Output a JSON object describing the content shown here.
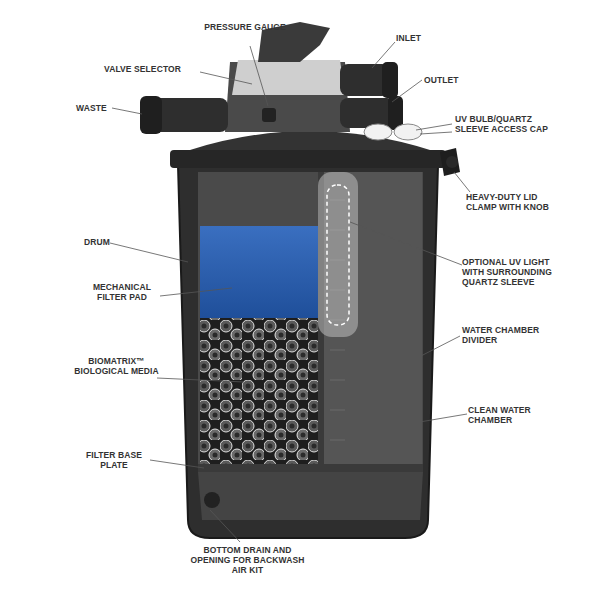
{
  "diagram": {
    "labels": [
      "PRESSURE GAUGE",
      "INLET",
      "VALVE SELECTOR",
      "OUTLET",
      "WASTE",
      "UV BULB/QUARTZ SLEEVE ACCESS CAP",
      "HEAVY-DUTY LID CLAMP WITH KNOB",
      "DRUM",
      "OPTIONAL UV LIGHT WITH SURROUNDING QUARTZ SLEEVE",
      "MECHANICAL FILTER PAD",
      "WATER CHAMBER DIVIDER",
      "BIOMATRIX™ BIOLOGICAL MEDIA",
      "CLEAN WATER CHAMBER",
      "FILTER BASE PLATE",
      "BOTTOM DRAIN AND OPENING FOR BACKWASH AIR KIT"
    ]
  }
}
